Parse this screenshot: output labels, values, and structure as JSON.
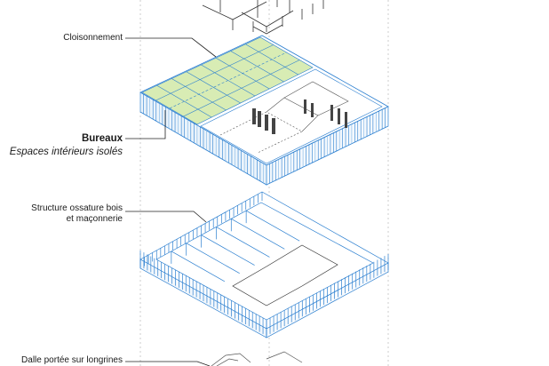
{
  "labels": {
    "cloisonnement": "Cloisonnement",
    "bureaux_title": "Bureaux",
    "bureaux_subtitle": "Espaces intérieurs isolés",
    "structure_line1": "Structure ossature bois",
    "structure_line2": "et maçonnerie",
    "dalle": "Dalle portée sur longrines"
  },
  "colors": {
    "blueprint_line": "#2b7fd0",
    "facade_fill": "#7fb6e6",
    "office_floor": "#d8ecb4",
    "leader_line": "#222222",
    "axis_line": "#b8b8b8",
    "roof_line": "#333333"
  }
}
